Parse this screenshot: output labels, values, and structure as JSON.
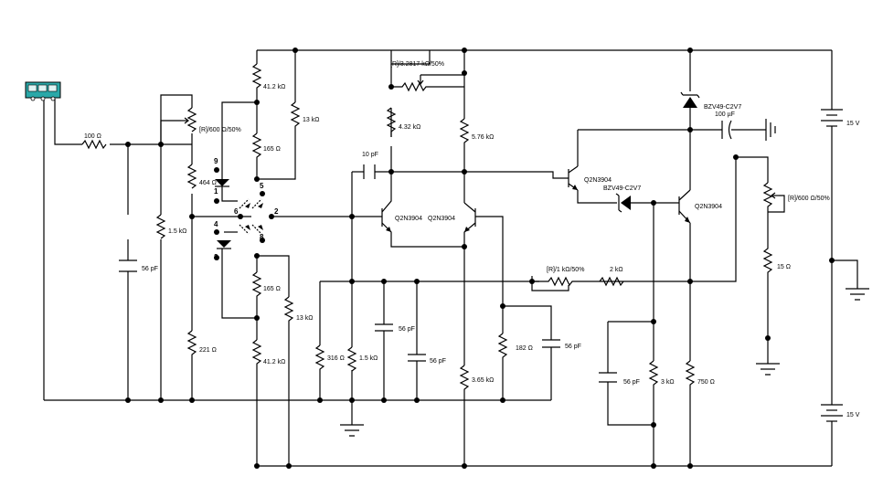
{
  "labels": {
    "r100": "100 Ω",
    "pot_left": "[R]/600 Ω/50%",
    "r41_top": "41.2 kΩ",
    "r13_top": "13 kΩ",
    "r165_top": "165 Ω",
    "r464": "464 Ω",
    "r1k5_left": "1.5 kΩ",
    "c56_left": "56 pF",
    "r221": "221 Ω",
    "r165_bot": "165 Ω",
    "r13_bot": "13 kΩ",
    "r41_bot": "41.2 kΩ",
    "pot_top": "[R]/3.2817 kΩ/50%",
    "r4k32": "4.32 kΩ",
    "r5k76": "5.76 kΩ",
    "c10": "10 pF",
    "q_left": "Q2N3904",
    "q_mid": "Q2N3904",
    "r316": "316 Ω",
    "r1k5_mid": "1.5 kΩ",
    "c56_mid1": "56 pF",
    "c56_mid2": "56 pF",
    "r3k65": "3.65 kΩ",
    "r182": "182 Ω",
    "c56_mid3": "56 pF",
    "pot_mid": "[R]/1 kΩ/50%",
    "r2k": "2 kΩ",
    "q_up": "Q2N3904",
    "zener_mid": "BZV49-C2V7",
    "q_right": "Q2N3904",
    "zener_top": "BZV49-C2V7",
    "c100u": "100 µF",
    "c56_right": "56 pF",
    "r3k": "3 kΩ",
    "r750": "750 Ω",
    "pot_right": "[R]/600 Ω/50%",
    "r15": "15 Ω",
    "v_top": "15 V",
    "v_bot": "15 V"
  },
  "pins": {
    "p9": "9",
    "p1": "1",
    "p5": "5",
    "p6": "6",
    "p2": "2",
    "p4": "4",
    "p8": "8",
    "p3": "3"
  }
}
